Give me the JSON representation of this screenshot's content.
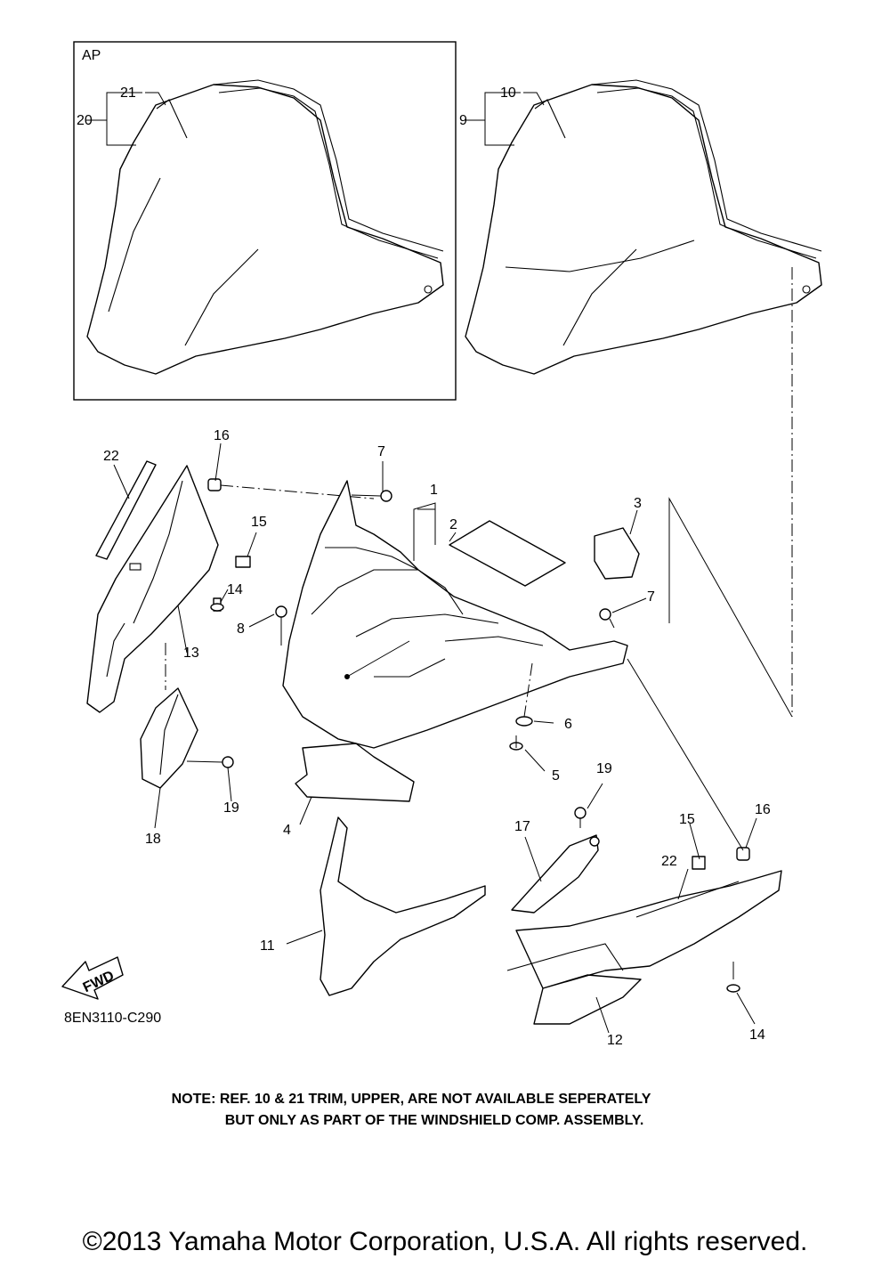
{
  "diagram": {
    "ap_box_label": "AP",
    "drawing_code": "8EN3110-C290",
    "fwd_label": "FWD",
    "callouts": {
      "c1": "1",
      "c2": "2",
      "c3": "3",
      "c4": "4",
      "c5": "5",
      "c6": "6",
      "c7a": "7",
      "c7b": "7",
      "c8": "8",
      "c9": "9",
      "c10": "10",
      "c11": "11",
      "c12": "12",
      "c13": "13",
      "c14a": "14",
      "c14b": "14",
      "c15a": "15",
      "c15b": "15",
      "c16a": "16",
      "c16b": "16",
      "c17": "17",
      "c18": "18",
      "c19a": "19",
      "c19b": "19",
      "c20": "20",
      "c21": "21",
      "c22a": "22",
      "c22b": "22"
    }
  },
  "note": {
    "line1": "NOTE: REF. 10 & 21 TRIM, UPPER, ARE NOT AVAILABLE SEPERATELY",
    "line2": "BUT ONLY AS PART OF THE WINDSHIELD COMP. ASSEMBLY."
  },
  "copyright": "©2013 Yamaha Motor Corporation, U.S.A. All rights reserved."
}
